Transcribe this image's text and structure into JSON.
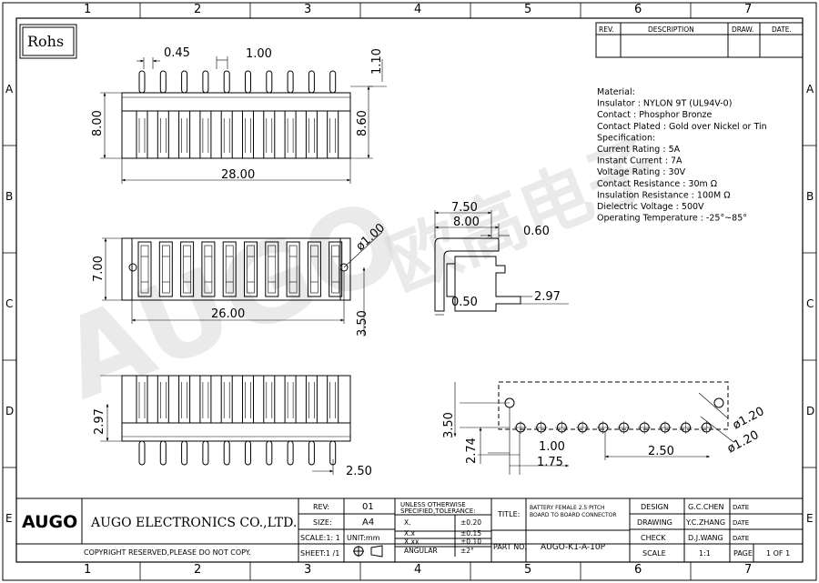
{
  "badge": "Rohs",
  "grid": {
    "cols": [
      "1",
      "2",
      "3",
      "4",
      "5",
      "6",
      "7"
    ],
    "rows": [
      "A",
      "B",
      "C",
      "D",
      "E"
    ]
  },
  "revision_table": {
    "rev": "REV.",
    "description": "DESCRIPTION",
    "draw": "DRAW.",
    "date": "DATE."
  },
  "spec": {
    "lines": [
      "Material:",
      "Insulator : NYLON 9T (UL94V-0)",
      "Contact : Phosphor  Bronze",
      "Contact Plated : Gold over Nickel or Tin",
      "Specification:",
      "Current Rating : 5A",
      "Instant Current : 7A",
      "Voltage Rating : 30V",
      "Contact Resistance : 30m   Ω",
      "Insulation Resistance : 100M   Ω",
      "Dielectric  Voltage  : 500V",
      "Operating Temperature : -25°~85°"
    ]
  },
  "dims": {
    "top_pin_w": "0.45",
    "top_pitch": "1.00",
    "top_pin_len": "1.10",
    "top_height": "8.00",
    "top_total_h": "8.60",
    "top_width": "28.00",
    "mid_hole": "ø1.00",
    "mid_height": "7.00",
    "mid_width": "26.00",
    "mid_offset": "3.50",
    "side_a": "7.50",
    "side_b": "8.00",
    "side_c": "0.60",
    "side_d": "0.50",
    "side_e": "2.97",
    "bot_height": "2.97",
    "bot_pitch": "2.50",
    "pcb_a": "3.50",
    "pcb_b": "2.74",
    "pcb_c": "1.00",
    "pcb_d": "1.75",
    "pcb_e": "2.50",
    "pcb_hole1": "ø1.20",
    "pcb_hole2": "ø1.20"
  },
  "watermark": {
    "latin": "AUGO",
    "cjk": "欧高电子"
  },
  "title_block": {
    "logo": "AUGO",
    "company": "AUGO ELECTRONICS CO.,LTD.",
    "copyright": "COPYRIGHT RESERVED,PLEASE DO NOT COPY.",
    "rev_label": "REV:",
    "rev_value": "01",
    "size_label": "SIZE:",
    "size_value": "A4",
    "scale_label": "SCALE:1: 1",
    "unit_label": "UNIT:mm",
    "sheet_label": "SHEET:1 /1",
    "tol_title": "UNLESS OTHERWISE\nSPECIFIED,TOLERANCE:",
    "tol_rows": [
      {
        "k": "X.",
        "v": "±0.20"
      },
      {
        "k": "X.x",
        "v": "±0.15"
      },
      {
        "k": "X.xx",
        "v": "±0.10"
      },
      {
        "k": "ANGULAR",
        "v": "±2°"
      }
    ],
    "title_label": "TITLE:",
    "title_value_1": "BATTERY FEMALE 2.5 PITCH",
    "title_value_2": "BOARD TO BOARD CONNECTOR",
    "partno_label": "PART NO.",
    "partno_value": "AUGO-K1-A-10P",
    "design_label": "DESIGN",
    "design_value": "G.C.CHEN",
    "drawing_label": "DRAWING",
    "drawing_value": "Y.C.ZHANG",
    "check_label": "CHECK",
    "check_value": "D.J.WANG",
    "scale2_label": "SCALE",
    "scale2_value": "1:1",
    "page_label": "PAGE",
    "page_value": "1 OF 1",
    "date_label": "DATE"
  }
}
